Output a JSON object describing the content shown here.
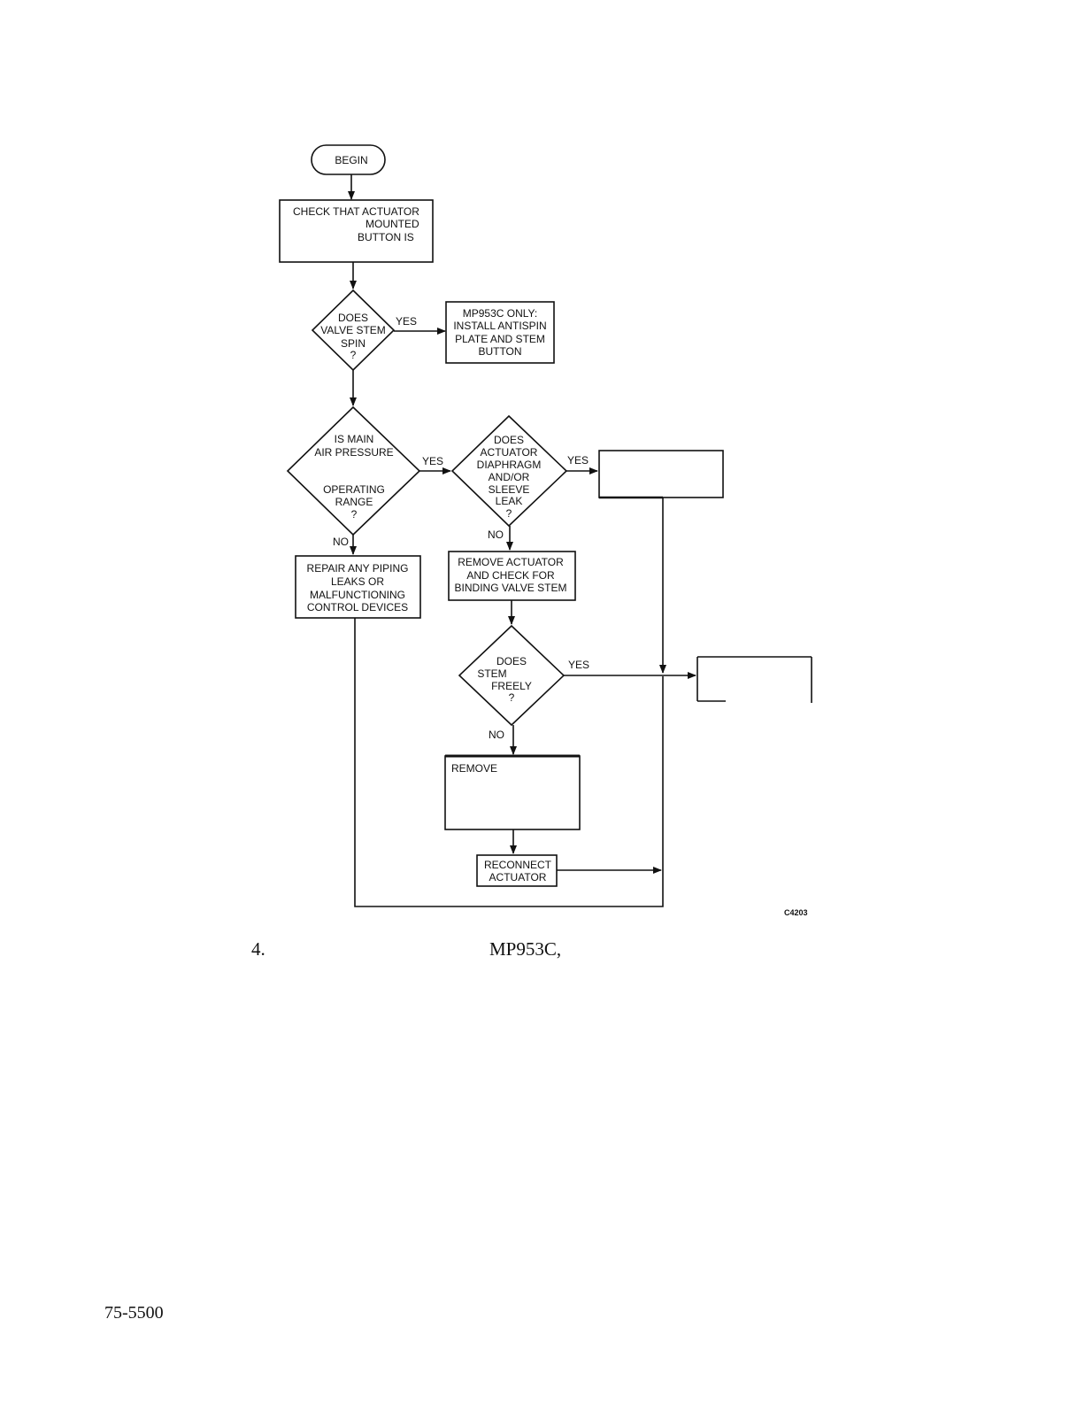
{
  "flowchart": {
    "begin": "BEGIN",
    "check_actuator": [
      "CHECK THAT ACTUATOR",
      "MOUNTED",
      "BUTTON IS"
    ],
    "valve_stem_spin": [
      "DOES",
      "VALVE STEM",
      "SPIN",
      "?"
    ],
    "mp953c_only": [
      "MP953C ONLY:",
      "INSTALL ANTISPIN",
      "PLATE AND STEM",
      "BUTTON"
    ],
    "main_air_pressure": [
      "IS MAIN",
      "AIR PRESSURE",
      "OPERATING",
      "RANGE",
      "?"
    ],
    "diaphragm_leak": [
      "DOES",
      "ACTUATOR",
      "DIAPHRAGM",
      "AND/OR",
      "SLEEVE",
      "LEAK",
      "?"
    ],
    "repair_piping": [
      "REPAIR ANY PIPING",
      "LEAKS OR",
      "MALFUNCTIONING",
      "CONTROL DEVICES"
    ],
    "remove_actuator": [
      "REMOVE ACTUATOR",
      "AND CHECK FOR",
      "BINDING VALVE STEM"
    ],
    "stem_move": [
      "DOES",
      "STEM",
      "FREELY",
      "?"
    ],
    "remove": "REMOVE",
    "reconnect": [
      "RECONNECT",
      "ACTUATOR"
    ],
    "labels": {
      "yes": "YES",
      "no": "NO"
    },
    "figure_id": "C4203"
  },
  "page": {
    "step_number": "4.",
    "step_text": "MP953C,",
    "page_number": "75-5500"
  }
}
